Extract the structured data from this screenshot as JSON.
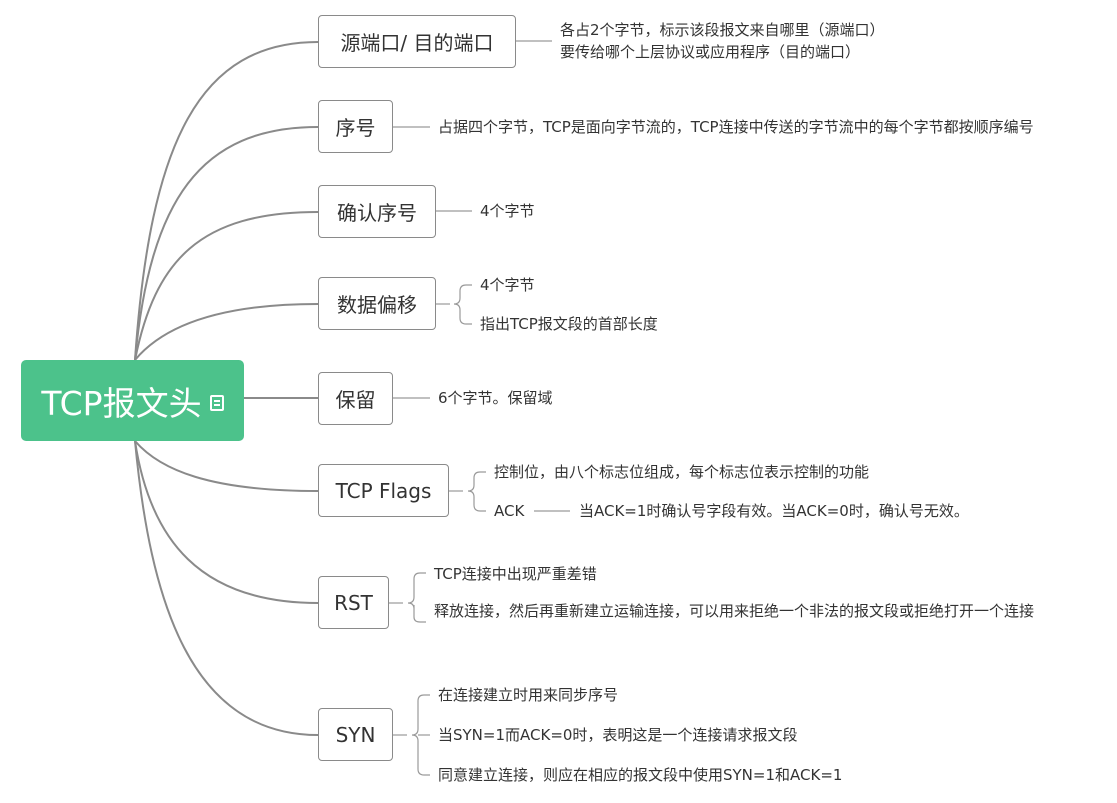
{
  "root": {
    "label": "TCP报文头",
    "icon": "note-icon"
  },
  "branches": {
    "ports": {
      "label": "源端口/ 目的端口",
      "desc": [
        "各占2个字节，标示该段报文来自哪里（源端口）",
        "要传给哪个上层协议或应用程序（目的端口）"
      ]
    },
    "seq": {
      "label": "序号",
      "desc": "占据四个字节，TCP是面向字节流的，TCP连接中传送的字节流中的每个字节都按顺序编号"
    },
    "ack": {
      "label": "确认序号",
      "desc": "4个字节"
    },
    "offset": {
      "label": "数据偏移",
      "items": [
        "4个字节",
        "指出TCP报文段的首部长度"
      ]
    },
    "reserved": {
      "label": "保留",
      "desc": "6个字节。保留域"
    },
    "flags": {
      "label": "TCP Flags",
      "items": [
        "控制位，由八个标志位组成，每个标志位表示控制的功能",
        "ACK"
      ],
      "ack_desc": "当ACK=1时确认号字段有效。当ACK=0时，确认号无效。"
    },
    "rst": {
      "label": "RST",
      "items": [
        "TCP连接中出现严重差错",
        "释放连接，然后再重新建立运输连接，可以用来拒绝一个非法的报文段或拒绝打开一个连接"
      ]
    },
    "syn": {
      "label": "SYN",
      "items": [
        "在连接建立时用来同步序号",
        "当SYN=1而ACK=0时，表明这是一个连接请求报文段",
        "同意建立连接，则应在相应的报文段中使用SYN=1和ACK=1"
      ]
    }
  }
}
